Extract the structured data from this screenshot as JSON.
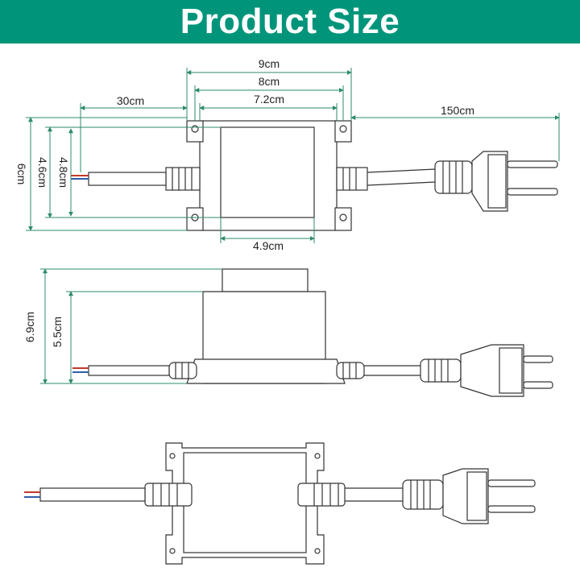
{
  "title": "Product Size",
  "colors": {
    "banner": "#00957b",
    "dimension_line": "#2e8b6a",
    "outline": "#333333",
    "wire_red": "#c0392b",
    "wire_blue": "#2f5ea8"
  },
  "top_view": {
    "width_overall": "9cm",
    "width_mount": "8cm",
    "width_body": "7.2cm",
    "lead_wire": "30cm",
    "power_cord": "150cm",
    "height_overall": "6cm",
    "height_mount_outer": "4.6cm",
    "height_mount_inner": "4.8cm",
    "body_width_bottom": "4.9cm"
  },
  "side_view": {
    "height_overall": "6.9cm",
    "height_body": "5.5cm"
  },
  "icons": [
    "eu-plug-icon",
    "mount-hole-icon",
    "cable-gland-icon"
  ]
}
